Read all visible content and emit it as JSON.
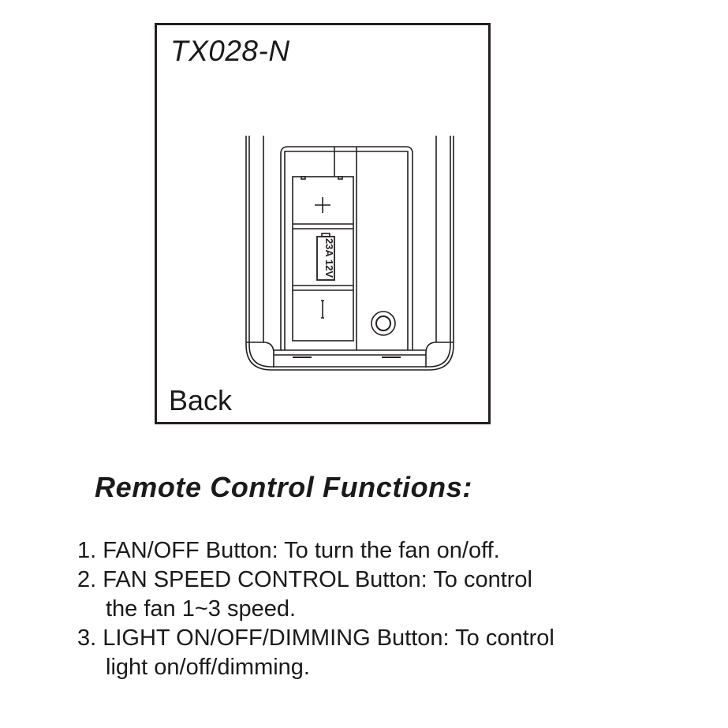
{
  "diagram": {
    "model_label": "TX028-N",
    "view_label": "Back",
    "battery": {
      "plus_symbol": "+",
      "minus_symbol": "|",
      "label": "23A 12V"
    }
  },
  "functions": {
    "heading": "Remote Control Functions:",
    "items": [
      {
        "line1": "1. FAN/OFF Button: To turn the fan on/off."
      },
      {
        "line1": "2. FAN SPEED CONTROL Button: To control",
        "line2": "the fan 1~3 speed."
      },
      {
        "line1": "3. LIGHT ON/OFF/DIMMING Button: To control",
        "line2": "light on/off/dimming."
      }
    ]
  },
  "colors": {
    "ink": "#231f20",
    "background": "#ffffff"
  }
}
